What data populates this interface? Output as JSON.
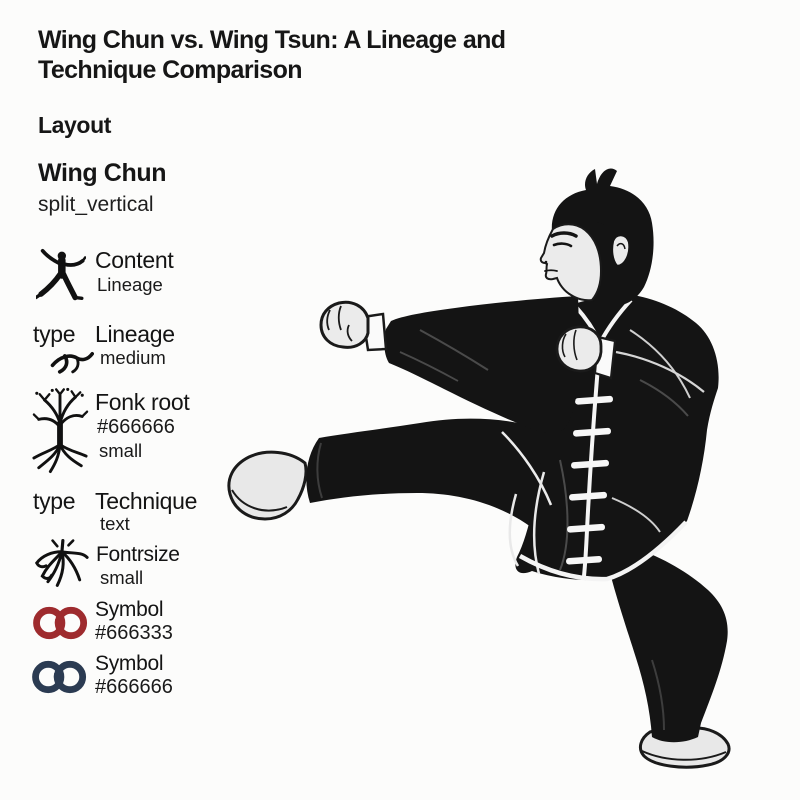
{
  "title": "Wing Chun vs. Wing Tsun: A Lineage and Technique Comparison",
  "section_label": "Layout",
  "panel": {
    "name": "Wing Chun",
    "layout_value": "split_vertical",
    "rows": [
      {
        "icon": "martial-artist",
        "label": "Content",
        "value": "Lineage"
      },
      {
        "icon": "branch",
        "prefix": "type",
        "label": "Lineage",
        "value": "medium"
      },
      {
        "icon": "tree-with-roots",
        "label": "Fonk root",
        "value": "#666666",
        "value2": "small"
      },
      {
        "icon": "none",
        "prefix": "type",
        "label": "Technique",
        "value": "text"
      },
      {
        "icon": "roots",
        "label": "Fontrsize",
        "value": "small"
      },
      {
        "icon": "linked-rings",
        "color": "#9e2b2e",
        "label": "Symbol",
        "value": "#666333"
      },
      {
        "icon": "linked-rings",
        "color": "#2b3b52",
        "label": "Symbol",
        "value": "#666666"
      }
    ]
  },
  "illustration": {
    "name": "wing-chun-practitioner",
    "description": "Man with topknot in black kung fu jacket with white frog buttons performing a side kick and punch",
    "colors": {
      "garment": "#141414",
      "skin": "#ebebeb",
      "shoes": "#e8e8e8",
      "trim": "#f5f5f5"
    }
  },
  "colors": {
    "background": "#fcfcfb",
    "text": "#161616"
  }
}
